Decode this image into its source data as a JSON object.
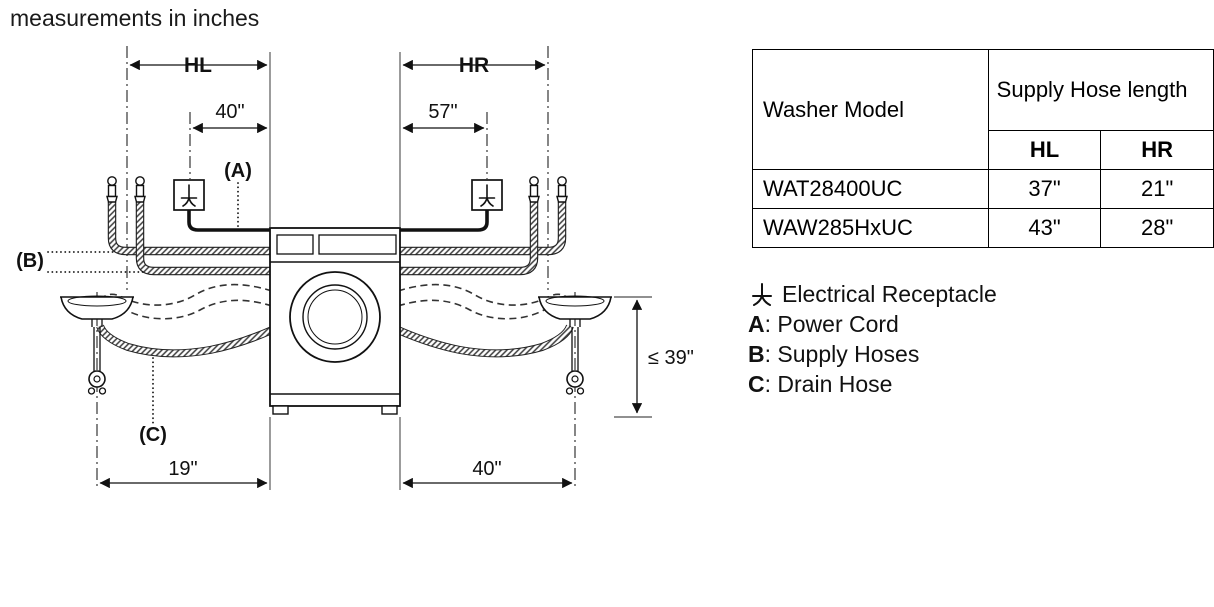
{
  "title": "measurements in inches",
  "diagram": {
    "dims": {
      "hl": "HL",
      "hr": "HR",
      "top_left": "40\"",
      "top_right": "57\"",
      "height": "≤ 39\"",
      "bottom_left": "19\"",
      "bottom_right": "40\""
    },
    "labels": {
      "a": "(A)",
      "b": "(B)",
      "c": "(C)"
    }
  },
  "table": {
    "headers": {
      "model": "Washer Model",
      "supply": "Supply Hose length",
      "hl": "HL",
      "hr": "HR"
    },
    "rows": [
      {
        "model": "WAT28400UC",
        "hl": "37\"",
        "hr": "21\""
      },
      {
        "model": "WAW285HxUC",
        "hl": "43\"",
        "hr": "28\""
      }
    ]
  },
  "legend": {
    "receptacle": "Electrical Receptacle",
    "items": [
      {
        "key": "A",
        "text": ": Power Cord"
      },
      {
        "key": "B",
        "text": ": Supply Hoses"
      },
      {
        "key": "C",
        "text": ": Drain Hose"
      }
    ]
  },
  "colors": {
    "line": "#111111"
  }
}
